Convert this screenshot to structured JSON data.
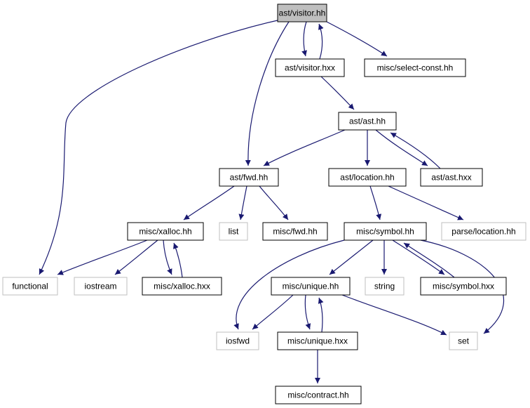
{
  "colors": {
    "edge": "#191970",
    "root_fill": "#bfbfbf",
    "node_border": "#000000",
    "external_border": "#bfbfbf",
    "external_text": "#404040",
    "background": "#ffffff"
  },
  "nodes": {
    "visitor_hh": {
      "label": "ast/visitor.hh",
      "kind": "root"
    },
    "visitor_hxx": {
      "label": "ast/visitor.hxx",
      "kind": "documented"
    },
    "select_const": {
      "label": "misc/select-const.hh",
      "kind": "documented"
    },
    "ast_hh": {
      "label": "ast/ast.hh",
      "kind": "documented"
    },
    "fwd_hh": {
      "label": "ast/fwd.hh",
      "kind": "documented"
    },
    "location_hh": {
      "label": "ast/location.hh",
      "kind": "documented"
    },
    "ast_hxx": {
      "label": "ast/ast.hxx",
      "kind": "documented"
    },
    "xalloc_hh": {
      "label": "misc/xalloc.hh",
      "kind": "documented"
    },
    "list": {
      "label": "list",
      "kind": "external"
    },
    "misc_fwd": {
      "label": "misc/fwd.hh",
      "kind": "documented"
    },
    "symbol_hh": {
      "label": "misc/symbol.hh",
      "kind": "documented"
    },
    "parse_location": {
      "label": "parse/location.hh",
      "kind": "external"
    },
    "functional": {
      "label": "functional",
      "kind": "external"
    },
    "iostream": {
      "label": "iostream",
      "kind": "external"
    },
    "xalloc_hxx": {
      "label": "misc/xalloc.hxx",
      "kind": "documented"
    },
    "unique_hh": {
      "label": "misc/unique.hh",
      "kind": "documented"
    },
    "string": {
      "label": "string",
      "kind": "external"
    },
    "symbol_hxx": {
      "label": "misc/symbol.hxx",
      "kind": "documented"
    },
    "iosfwd": {
      "label": "iosfwd",
      "kind": "external"
    },
    "unique_hxx": {
      "label": "misc/unique.hxx",
      "kind": "documented"
    },
    "set": {
      "label": "set",
      "kind": "external"
    },
    "contract_hh": {
      "label": "misc/contract.hh",
      "kind": "documented"
    }
  },
  "edges": [
    {
      "from": "visitor_hh",
      "to": "visitor_hxx"
    },
    {
      "from": "visitor_hxx",
      "to": "visitor_hh"
    },
    {
      "from": "visitor_hh",
      "to": "select_const"
    },
    {
      "from": "visitor_hh",
      "to": "fwd_hh"
    },
    {
      "from": "visitor_hh",
      "to": "functional"
    },
    {
      "from": "visitor_hxx",
      "to": "ast_hh"
    },
    {
      "from": "ast_hh",
      "to": "fwd_hh"
    },
    {
      "from": "ast_hh",
      "to": "location_hh"
    },
    {
      "from": "ast_hh",
      "to": "ast_hxx"
    },
    {
      "from": "ast_hxx",
      "to": "ast_hh"
    },
    {
      "from": "fwd_hh",
      "to": "xalloc_hh"
    },
    {
      "from": "fwd_hh",
      "to": "list"
    },
    {
      "from": "fwd_hh",
      "to": "misc_fwd"
    },
    {
      "from": "location_hh",
      "to": "symbol_hh"
    },
    {
      "from": "location_hh",
      "to": "parse_location"
    },
    {
      "from": "xalloc_hh",
      "to": "functional"
    },
    {
      "from": "xalloc_hh",
      "to": "iostream"
    },
    {
      "from": "xalloc_hh",
      "to": "xalloc_hxx"
    },
    {
      "from": "xalloc_hxx",
      "to": "xalloc_hh"
    },
    {
      "from": "symbol_hh",
      "to": "unique_hh"
    },
    {
      "from": "symbol_hh",
      "to": "string"
    },
    {
      "from": "symbol_hh",
      "to": "symbol_hxx"
    },
    {
      "from": "symbol_hxx",
      "to": "symbol_hh"
    },
    {
      "from": "symbol_hh",
      "to": "iosfwd"
    },
    {
      "from": "symbol_hh",
      "to": "set"
    },
    {
      "from": "unique_hh",
      "to": "iosfwd"
    },
    {
      "from": "unique_hh",
      "to": "unique_hxx"
    },
    {
      "from": "unique_hxx",
      "to": "unique_hh"
    },
    {
      "from": "unique_hh",
      "to": "set"
    },
    {
      "from": "unique_hxx",
      "to": "contract_hh"
    }
  ]
}
